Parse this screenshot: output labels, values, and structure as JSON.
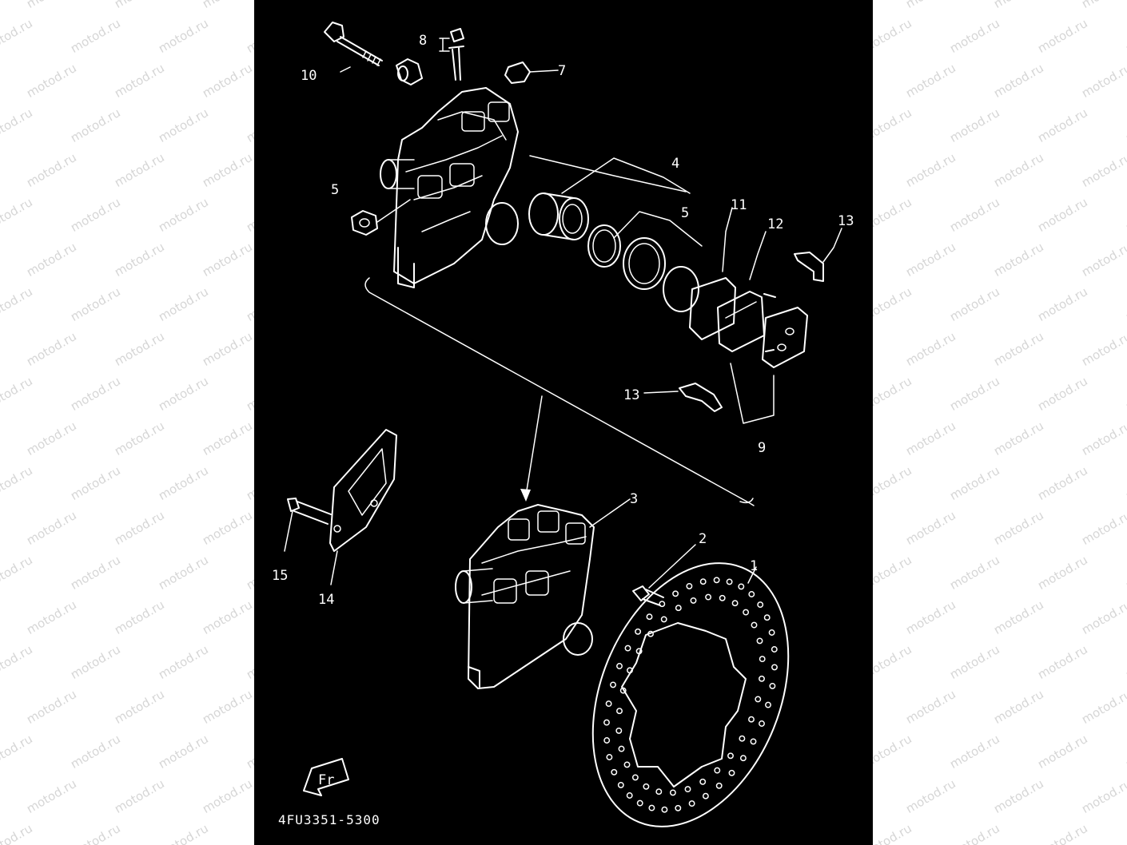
{
  "watermark": {
    "text": "motod.ru",
    "color": "#d6d6d6"
  },
  "diagram": {
    "background": "#000000",
    "line_color": "#ffffff",
    "part_code": "4FU3351-5300",
    "direction_marker": "Fr",
    "callouts": {
      "c1": "1",
      "c2": "2",
      "c3": "3",
      "c4": "4",
      "c5": "5",
      "c5b": "5",
      "c7": "7",
      "c8": "8",
      "c9": "9",
      "c10": "10",
      "c11": "11",
      "c12": "12",
      "c13a": "13",
      "c13b": "13",
      "c14": "14",
      "c15": "15"
    },
    "parts": [
      "brake-disc",
      "bolt",
      "caliper-assembly",
      "piston",
      "piston-seal",
      "bleed-screw-cap",
      "bleed-screw",
      "caliper-bolt",
      "brake-pad-kit",
      "pad-shim",
      "brake-pad",
      "pad-spring",
      "bracket",
      "bracket-bolt",
      "caliper-support"
    ]
  }
}
